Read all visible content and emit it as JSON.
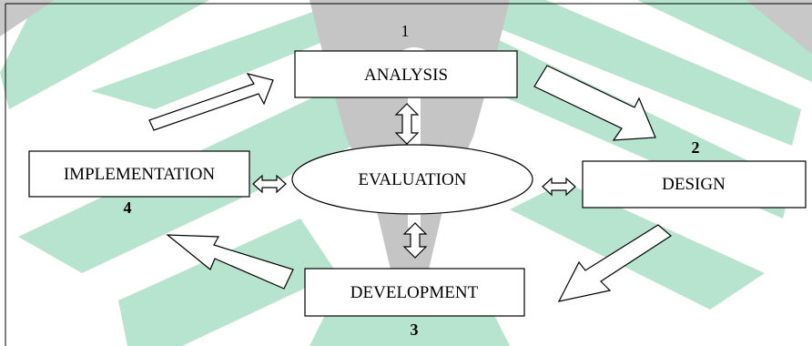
{
  "stages": {
    "analysis": {
      "number": "1",
      "label": "ANALYSIS"
    },
    "design": {
      "number": "2",
      "label": "DESIGN"
    },
    "development": {
      "number": "3",
      "label": "DEVELOPMENT"
    },
    "implementation": {
      "number": "4",
      "label": "IMPLEMENTATION"
    },
    "evaluation": {
      "label": "EVALUATION"
    }
  },
  "colors": {
    "ink": "#000000",
    "watermark_green": "#b7e4ce",
    "watermark_gray": "#c5c5c5",
    "background": "#ffffff"
  }
}
